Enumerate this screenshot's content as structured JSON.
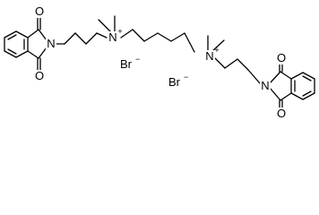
{
  "structure": {
    "atoms": {
      "o_top_left": "O",
      "o_bottom_left": "O",
      "n_imide_left": "N",
      "n_ammonium_left": "N",
      "n_ammonium_left_charge": "+",
      "n_ammonium_right": "N",
      "n_ammonium_right_charge": "+",
      "n_imide_right": "N",
      "o_top_right": "O",
      "o_bottom_right": "O"
    },
    "counterions": {
      "bromide_1": "Br",
      "bromide_1_charge": "−",
      "bromide_2": "Br",
      "bromide_2_charge": "−"
    }
  }
}
